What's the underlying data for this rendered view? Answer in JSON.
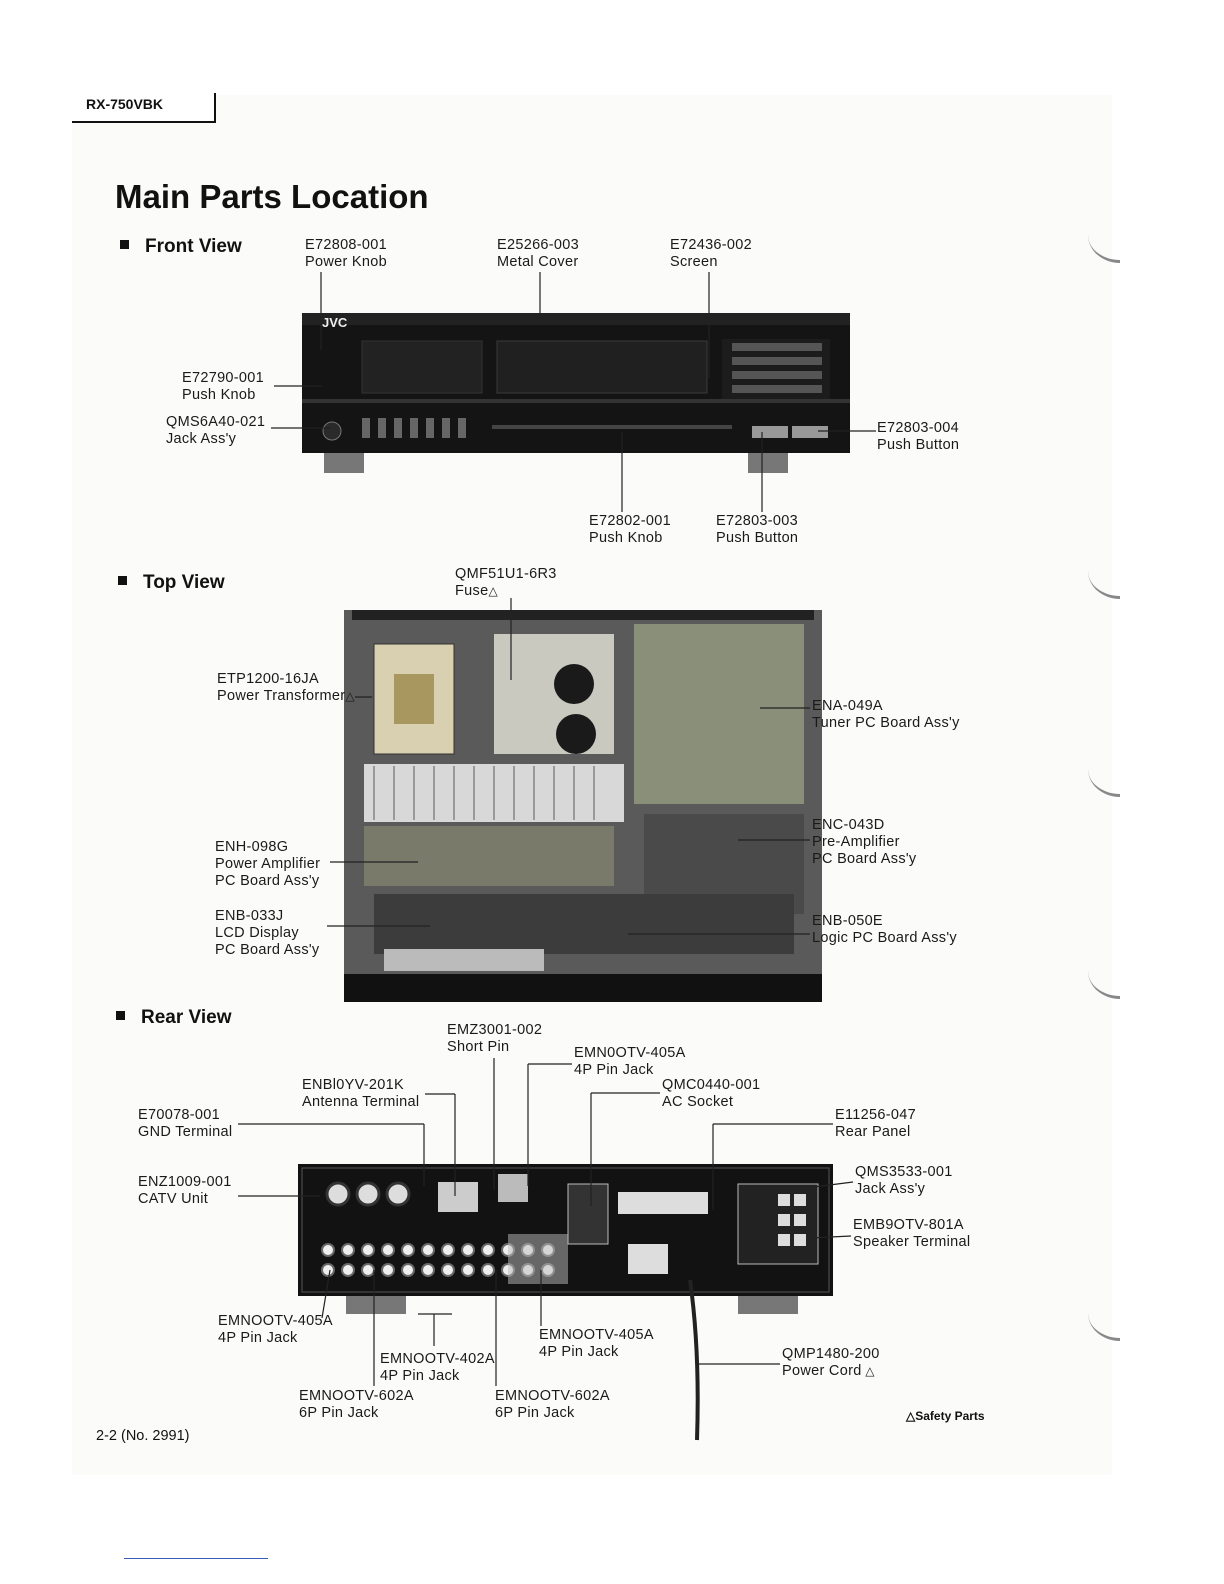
{
  "model": "RX-750VBK",
  "title": "Main Parts Location",
  "sections": {
    "front": "Front View",
    "top": "Top View",
    "rear": "Rear View"
  },
  "front_labels": {
    "power_knob": {
      "part": "E72808-001",
      "name": "Power Knob"
    },
    "metal_cover": {
      "part": "E25266-003",
      "name": "Metal Cover"
    },
    "screen": {
      "part": "E72436-002",
      "name": "Screen"
    },
    "push_knob_left": {
      "part": "E72790-001",
      "name": "Push Knob"
    },
    "jack_assy": {
      "part": "QMS6A40-021",
      "name": "Jack Ass'y"
    },
    "push_button_right": {
      "part": "E72803-004",
      "name": "Push Button"
    },
    "push_knob_bottom": {
      "part": "E72802-001",
      "name": "Push Knob"
    },
    "push_button_bottom": {
      "part": "E72803-003",
      "name": "Push Button"
    }
  },
  "top_labels": {
    "fuse": {
      "part": "QMF51U1-6R3",
      "name": "Fuse"
    },
    "power_transformer": {
      "part": "ETP1200-16JA",
      "name": "Power Transformer"
    },
    "tuner_board": {
      "part": "ENA-049A",
      "name": "Tuner PC Board Ass'y"
    },
    "preamp_board": {
      "part": "ENC-043D",
      "line1": "Pre-Amplifier",
      "line2": "PC Board Ass'y"
    },
    "power_amp_board": {
      "part": "ENH-098G",
      "line1": "Power Amplifier",
      "line2": "PC Board Ass'y"
    },
    "lcd_board": {
      "part": "ENB-033J",
      "line1": "LCD Display",
      "line2": "PC Board Ass'y"
    },
    "logic_board": {
      "part": "ENB-050E",
      "name": "Logic PC Board Ass'y"
    }
  },
  "rear_labels": {
    "short_pin": {
      "part": "EMZ3001-002",
      "name": "Short Pin"
    },
    "pin_jack_4p_top": {
      "part": "EMN0OTV-405A",
      "name": "4P Pin Jack"
    },
    "antenna_terminal": {
      "part": "ENBl0YV-201K",
      "name": "Antenna Terminal"
    },
    "ac_socket": {
      "part": "QMC0440-001",
      "name": "AC Socket"
    },
    "gnd_terminal": {
      "part": "E70078-001",
      "name": "GND Terminal"
    },
    "rear_panel": {
      "part": "E11256-047",
      "name": "Rear Panel"
    },
    "catv_unit": {
      "part": "ENZ1009-001",
      "name": "CATV Unit"
    },
    "jack_assy": {
      "part": "QMS3533-001",
      "name": "Jack Ass'y"
    },
    "speaker_terminal": {
      "part": "EMB9OTV-801A",
      "name": "Speaker Terminal"
    },
    "pin_jack_4p_left": {
      "part": "EMNOOTV-405A",
      "name": "4P Pin Jack"
    },
    "pin_jack_4p_right": {
      "part": "EMNOOTV-405A",
      "name": "4P Pin Jack"
    },
    "pin_jack_4p_mid": {
      "part": "EMNOOTV-402A",
      "name": "4P Pin Jack"
    },
    "power_cord": {
      "part": "QMP1480-200",
      "name": "Power Cord"
    },
    "pin_jack_6p_left": {
      "part": "EMNOOTV-602A",
      "name": "6P Pin Jack"
    },
    "pin_jack_6p_right": {
      "part": "EMNOOTV-602A",
      "name": "6P Pin Jack"
    }
  },
  "footer": {
    "page": "2-2 (No. 2991)",
    "safety": "Safety Parts"
  }
}
